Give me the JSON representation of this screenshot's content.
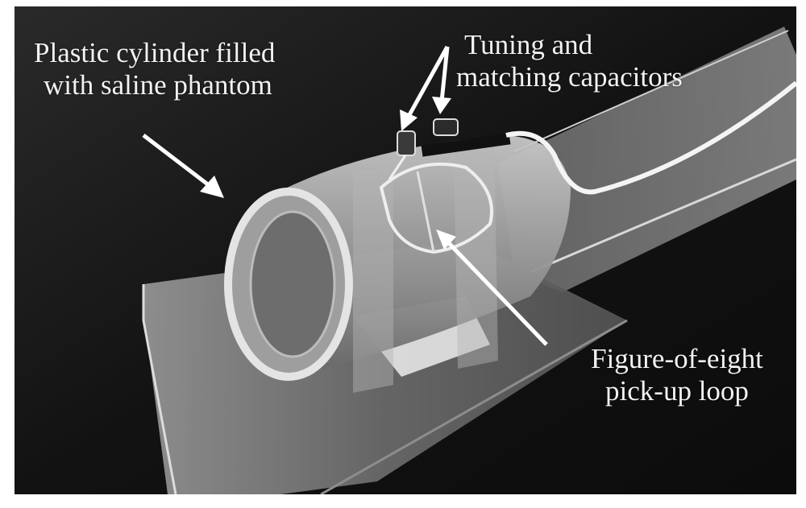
{
  "figure": {
    "labels": {
      "cylinder": {
        "line1": "Plastic cylinder filled",
        "line2": "with saline phantom"
      },
      "capacitors": {
        "line1": "Tuning and",
        "line2": "matching capacitors"
      },
      "loop": {
        "line1": "Figure-of-eight",
        "line2": "pick-up loop"
      }
    },
    "colors": {
      "background": "#151515",
      "acrylic": "#bdbdbd",
      "annotation_text": "#f2f2f2",
      "arrow": "#ffffff"
    }
  }
}
